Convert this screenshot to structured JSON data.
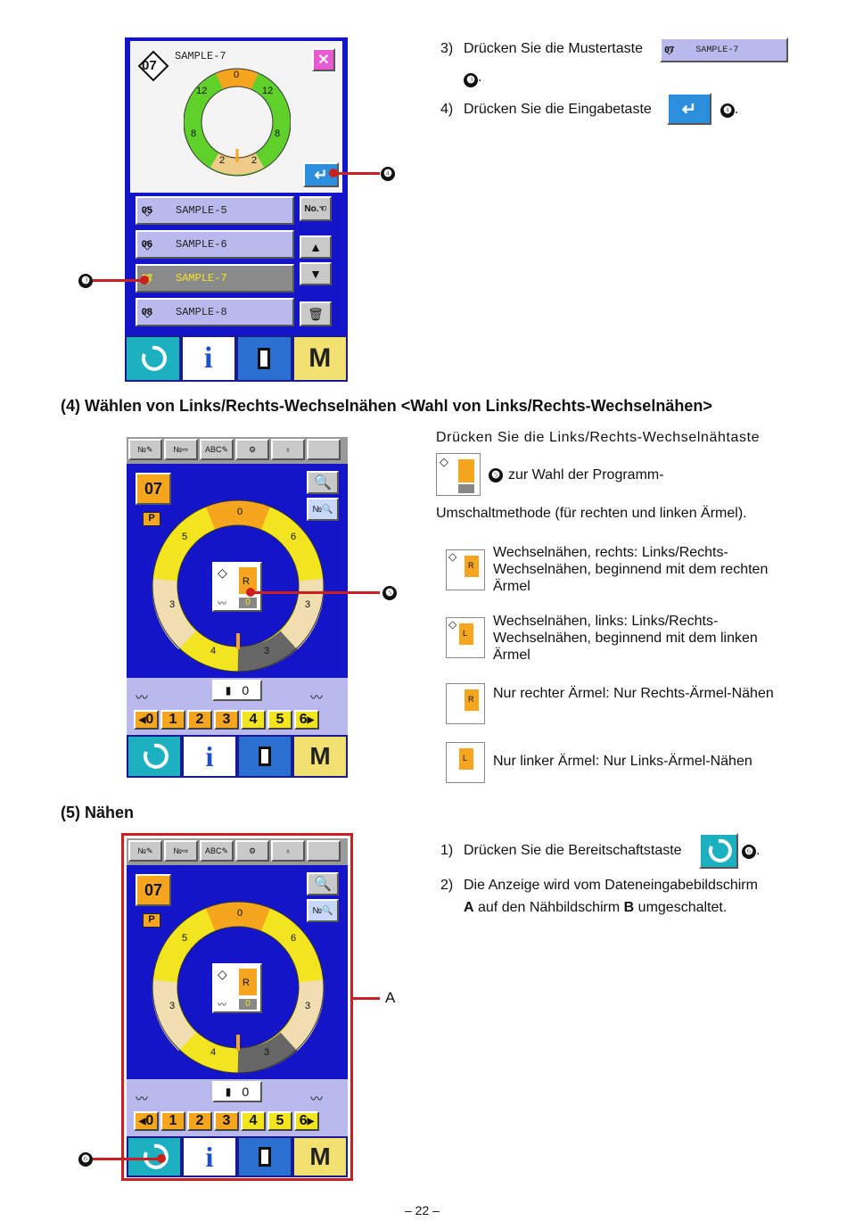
{
  "screen1": {
    "pattern_no": "07",
    "pattern_name": "SAMPLE-7",
    "ring_top": "0",
    "ring_left_upper": "12",
    "ring_right_upper": "12",
    "ring_left_lower": "8",
    "ring_right_lower": "8",
    "ring_bottom_left": "2",
    "ring_bottom_right": "2",
    "list": [
      {
        "no": "05",
        "name": "SAMPLE-5"
      },
      {
        "no": "06",
        "name": "SAMPLE-6"
      },
      {
        "no": "07",
        "name": "SAMPLE-7"
      },
      {
        "no": "08",
        "name": "SAMPLE-8"
      }
    ],
    "no_button": "No.",
    "m_label": "M"
  },
  "steps_top": {
    "step3_num": "3)",
    "step3_text": "Drücken Sie die Mustertaste",
    "step3_key_no": "07",
    "step3_key_name": "SAMPLE-7",
    "step3_ref": "❸",
    "step3_end": ".",
    "step4_num": "4)",
    "step4_text": "Drücken Sie die Eingabetaste",
    "step4_ref": "❹",
    "step4_end": "."
  },
  "callouts": {
    "c3": "❸",
    "c4": "❹",
    "c5": "❺",
    "c6": "❻",
    "a": "A"
  },
  "section4": {
    "heading": "(4) Wählen von Links/Rechts-Wechselnähen <Wahl von Links/Rechts-Wechselnähen>",
    "intro_line1": "Drücken Sie die Links/Rechts-Wechselnähtaste",
    "intro_ref": "❺",
    "intro_line2": "zur Wahl der Programm-",
    "intro_line3": "Umschaltmethode (für rechten und linken Ärmel).",
    "options": [
      {
        "icon": "R",
        "text": "Wechselnähen, rechts: Links/Rechts-Wechselnähen, beginnend mit dem rechten Ärmel"
      },
      {
        "icon": "L",
        "text": "Wechselnähen, links: Links/Rechts-Wechselnähen, beginnend mit dem linken Ärmel"
      },
      {
        "icon": "R",
        "text": "Nur rechter Ärmel: Nur Rechts-Ärmel-Nähen"
      },
      {
        "icon": "L",
        "text": "Nur linker Ärmel: Nur Links-Ärmel-Nähen"
      }
    ]
  },
  "screen2": {
    "pattern_no": "07",
    "p_label": "P",
    "ring_top": "0",
    "ring_upper_left": "5",
    "ring_upper_right": "6",
    "ring_mid_left": "3",
    "ring_mid_right": "3",
    "ring_bottom_left": "4",
    "ring_bottom_right": "3",
    "center_r": "R",
    "center_zero": "0",
    "counter": "0",
    "tabs": [
      "0",
      "1",
      "2",
      "3",
      "4",
      "5",
      "6"
    ],
    "m_label": "M"
  },
  "section5": {
    "heading": "(5) Nähen",
    "step1_num": "1)",
    "step1_text": "Drücken Sie die Bereitschaftstaste",
    "step1_ref": "❻",
    "step1_end": ".",
    "step2_num": "2)",
    "step2_text_a": "Die Anzeige wird vom Dateneingabebildschirm",
    "step2_text_b1": "A",
    "step2_text_b2": " auf den Nähbildschirm ",
    "step2_text_b3": "B",
    "step2_text_b4": " umgeschaltet."
  },
  "footer": {
    "page": "– 22 –"
  },
  "colors": {
    "panel_blue": "#1414c8",
    "orange": "#f5a51e",
    "yellow": "#f2e520",
    "green": "#62d12a",
    "callout_red": "#cc1f1f",
    "teal": "#1cb0c0"
  }
}
